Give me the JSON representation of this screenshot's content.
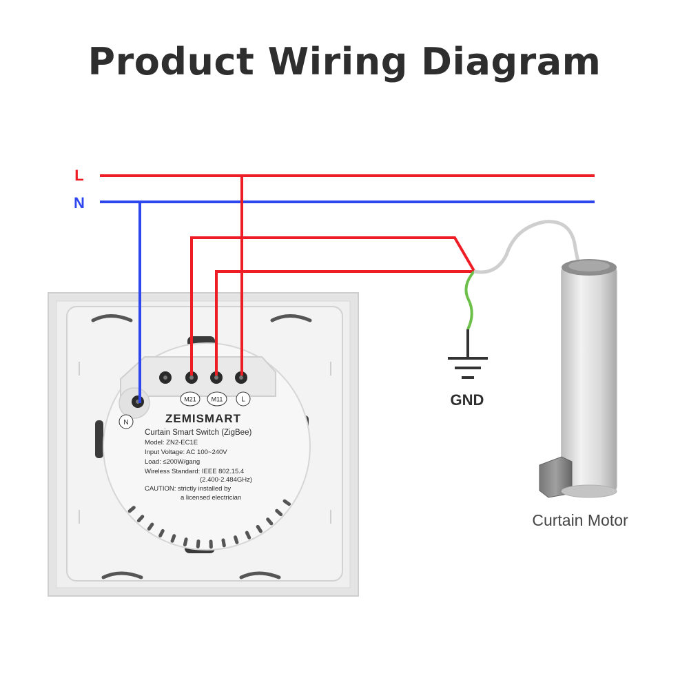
{
  "title": "Product Wiring Diagram",
  "lines": {
    "live_label": "L",
    "neutral_label": "N"
  },
  "device": {
    "brand": "ZEMISMART",
    "terminals": [
      "M21",
      "M11",
      "L"
    ],
    "neutral_terminal": "N",
    "label_lines": [
      "Curtain Smart Switch (ZigBee)",
      "Model: ZN2-EC1E",
      "Input Voltage: AC 100~240V",
      "Load: ≤200W/gang",
      "Wireless Standard: IEEE 802.15.4",
      "(2.400-2.484GHz)",
      "CAUTION: strictly installed by",
      "a licensed electrician"
    ]
  },
  "ground_label": "GND",
  "motor_label": "Curtain Motor",
  "colors": {
    "live": "#ee1c25",
    "neutral": "#2d46f0",
    "ground": "#6cc04a",
    "ground_dark": "#333333",
    "text": "#2e2e2e",
    "device": "#ededed"
  },
  "icons": {
    "ground": "ground-symbol-icon",
    "motor": "curtain-motor-icon"
  }
}
